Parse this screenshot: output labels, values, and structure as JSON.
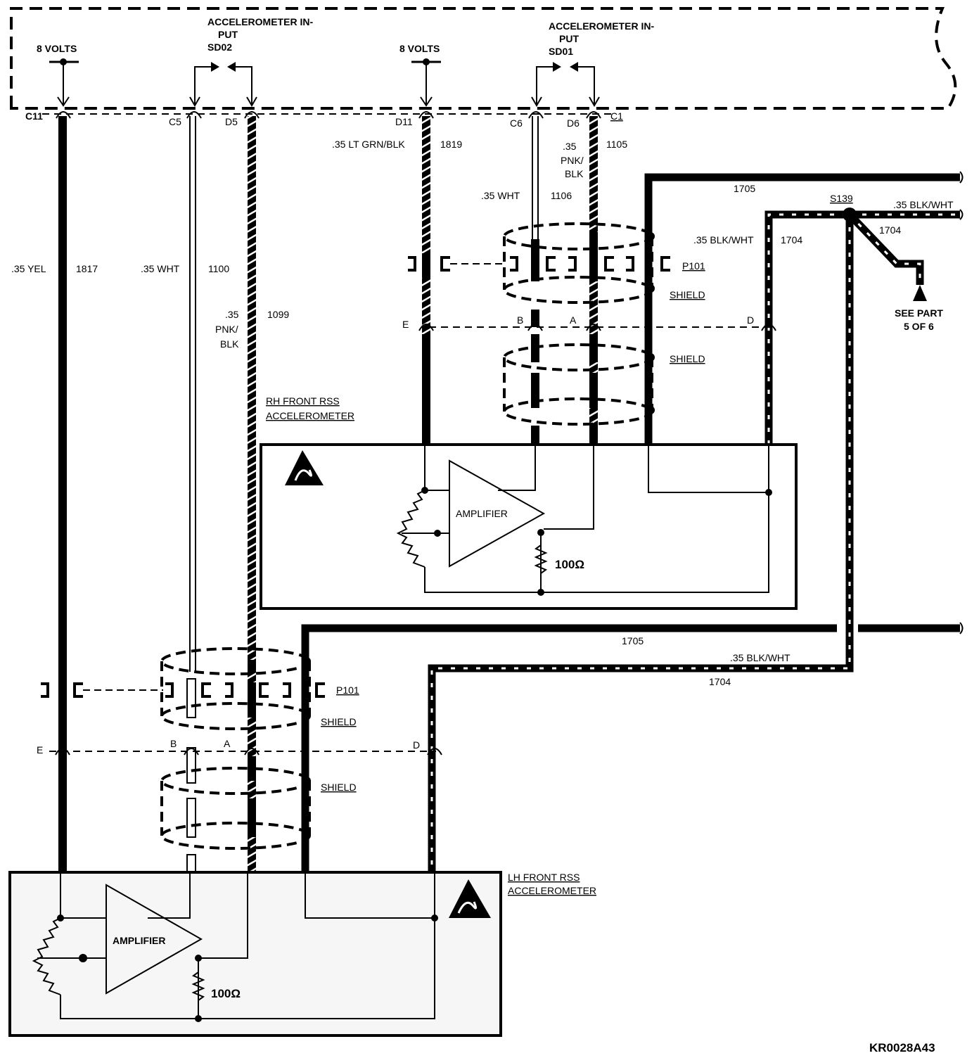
{
  "ecm": {
    "voltage_left": "8 VOLTS",
    "voltage_right": "8 VOLTS",
    "accel_input_sd02_line1": "ACCELEROMETER IN-",
    "accel_input_sd02_line2": "PUT",
    "accel_input_sd02_line3": "SD02",
    "accel_input_sd01_line1": "ACCELEROMETER IN-",
    "accel_input_sd01_line2": "PUT",
    "accel_input_sd01_line3": "SD01",
    "connector_label": "C1",
    "pins": {
      "c11": "C11",
      "c5": "C5",
      "d5": "D5",
      "d11": "D11",
      "c6": "C6",
      "d6": "D6"
    }
  },
  "wires": {
    "lh_signal_color": ".35 YEL",
    "lh_signal_circuit": "1817",
    "lh_wht_color": ".35 WHT",
    "lh_wht_circuit": "1100",
    "lh_pnk_color_1": ".35",
    "lh_pnk_color_2": "PNK/",
    "lh_pnk_color_3": "BLK",
    "lh_pnk_circuit": "1099",
    "rh_grn_color": ".35 LT GRN/BLK",
    "rh_grn_circuit": "1819",
    "rh_pnk_color_1": ".35",
    "rh_pnk_color_2": "PNK/",
    "rh_pnk_color_3": "BLK",
    "rh_pnk_circuit": "1105",
    "rh_wht_color": ".35 WHT",
    "rh_wht_circuit": "1106",
    "shield_circuit_top": "1705",
    "shield_circuit_bottom": "1705",
    "blkwht_color_s139": ".35 BLK/WHT",
    "blkwht_circuit_s139": "1704",
    "blkwht_color_rh": ".35 BLK/WHT",
    "blkwht_circuit_rh": "1704",
    "blkwht_color_lh": ".35 BLK/WHT",
    "blkwht_circuit_lh": "1704"
  },
  "splice": {
    "name": "S139",
    "see_part_line1": "SEE PART",
    "see_part_line2": "5 OF 6"
  },
  "rh_accelerometer": {
    "label_line1": "RH FRONT RSS",
    "label_line2": "ACCELEROMETER",
    "amplifier": "AMPLIFIER",
    "resistor": "100Ω",
    "connector": "P101",
    "shield_top": "SHIELD",
    "shield_bottom": "SHIELD",
    "pins": {
      "e": "E",
      "b": "B",
      "a": "A",
      "d": "D"
    }
  },
  "lh_accelerometer": {
    "label_line1": "LH FRONT RSS",
    "label_line2": "ACCELEROMETER",
    "amplifier": "AMPLIFIER",
    "resistor": "100Ω",
    "connector": "P101",
    "shield_top": "SHIELD",
    "shield_bottom": "SHIELD",
    "pins": {
      "e": "E",
      "b": "B",
      "a": "A",
      "d": "D"
    }
  },
  "diagram_code": "KR0028A43",
  "icons": [
    "esd-warning-icon",
    "ground-arrow-icon"
  ]
}
